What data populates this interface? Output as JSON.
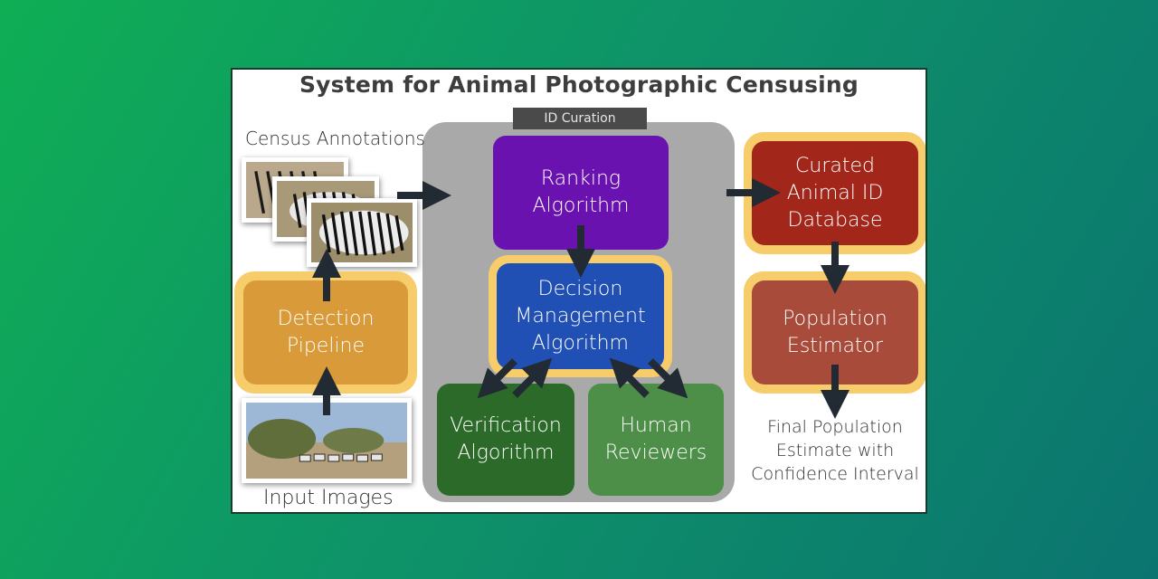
{
  "diagram": {
    "title": "System for Animal Photographic Censusing",
    "id_curation_label": "ID Curation",
    "census_annotations_label": "Census Annotations",
    "input_images_label": "Input Images",
    "final_estimate_label": "Final Population\nEstimate with\nConfidence Interval",
    "nodes": {
      "detection": "Detection\nPipeline",
      "ranking": "Ranking\nAlgorithm",
      "decision": "Decision\nManagement\nAlgorithm",
      "verification": "Verification\nAlgorithm",
      "human": "Human\nReviewers",
      "database": "Curated\nAnimal ID\nDatabase",
      "estimator": "Population\nEstimator"
    },
    "colors": {
      "detection": "#d99a3a",
      "ranking": "#6a12b0",
      "decision": "#2050b4",
      "verification": "#2c6a2a",
      "human": "#4d8e48",
      "database": "#a3261b",
      "estimator": "#a84b3a",
      "halo": "#f6cd6a",
      "arrow": "#222a33"
    }
  }
}
